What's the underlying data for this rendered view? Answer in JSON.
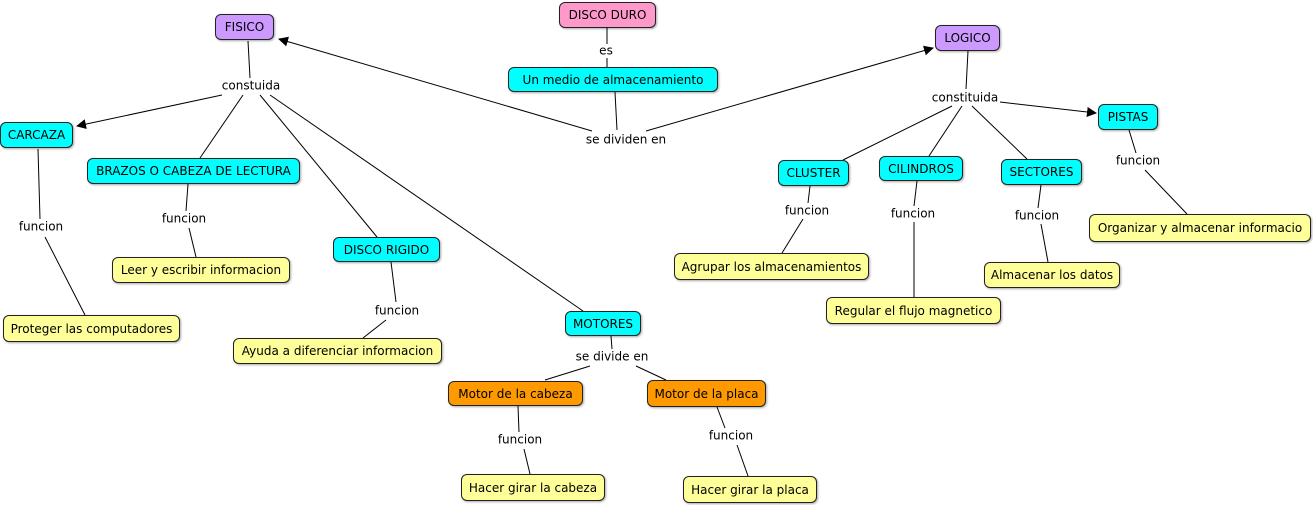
{
  "colors": {
    "root": "#ff99cc",
    "category": "#cc99ff",
    "component": "#00ffff",
    "function_box": "#ffff99",
    "motor": "#ff9900",
    "line": "#000000"
  },
  "nodes": {
    "disco_duro": "DISCO DURO",
    "medio": "Un medio de almacenamiento",
    "fisico": "FISICO",
    "logico": "LOGICO",
    "carcaza": "CARCAZA",
    "brazos": "BRAZOS O CABEZA DE LECTURA",
    "disco_rigido": "DISCO RIGIDO",
    "motores": "MOTORES",
    "leer": "Leer y escribir informacion",
    "proteger": "Proteger las computadores",
    "ayuda": "Ayuda a diferenciar informacion",
    "motor_cabeza": "Motor de la cabeza",
    "motor_placa": "Motor de la placa",
    "girar_cabeza": "Hacer girar la cabeza",
    "girar_placa": "Hacer girar la placa",
    "cluster": "CLUSTER",
    "cilindros": "CILINDROS",
    "sectores": "SECTORES",
    "pistas": "PISTAS",
    "agrupar": "Agrupar los almacenamientos",
    "regular": "Regular el flujo magnetico",
    "almacenar": "Almacenar los datos",
    "organizar": "Organizar y almacenar informacio"
  },
  "links": {
    "es": "es",
    "se_dividen_en": "se dividen en",
    "constuida": "constuida",
    "constituida": "constituida",
    "funcion_carcaza": "funcion",
    "funcion_brazos": "funcion",
    "funcion_disco": "funcion",
    "se_divide_en": "se divide en",
    "funcion_motor_cabeza": "funcion",
    "funcion_motor_placa": "funcion",
    "funcion_cluster": "funcion",
    "funcion_cilindros": "funcion",
    "funcion_sectores": "funcion",
    "funcion_pistas": "funcion"
  }
}
